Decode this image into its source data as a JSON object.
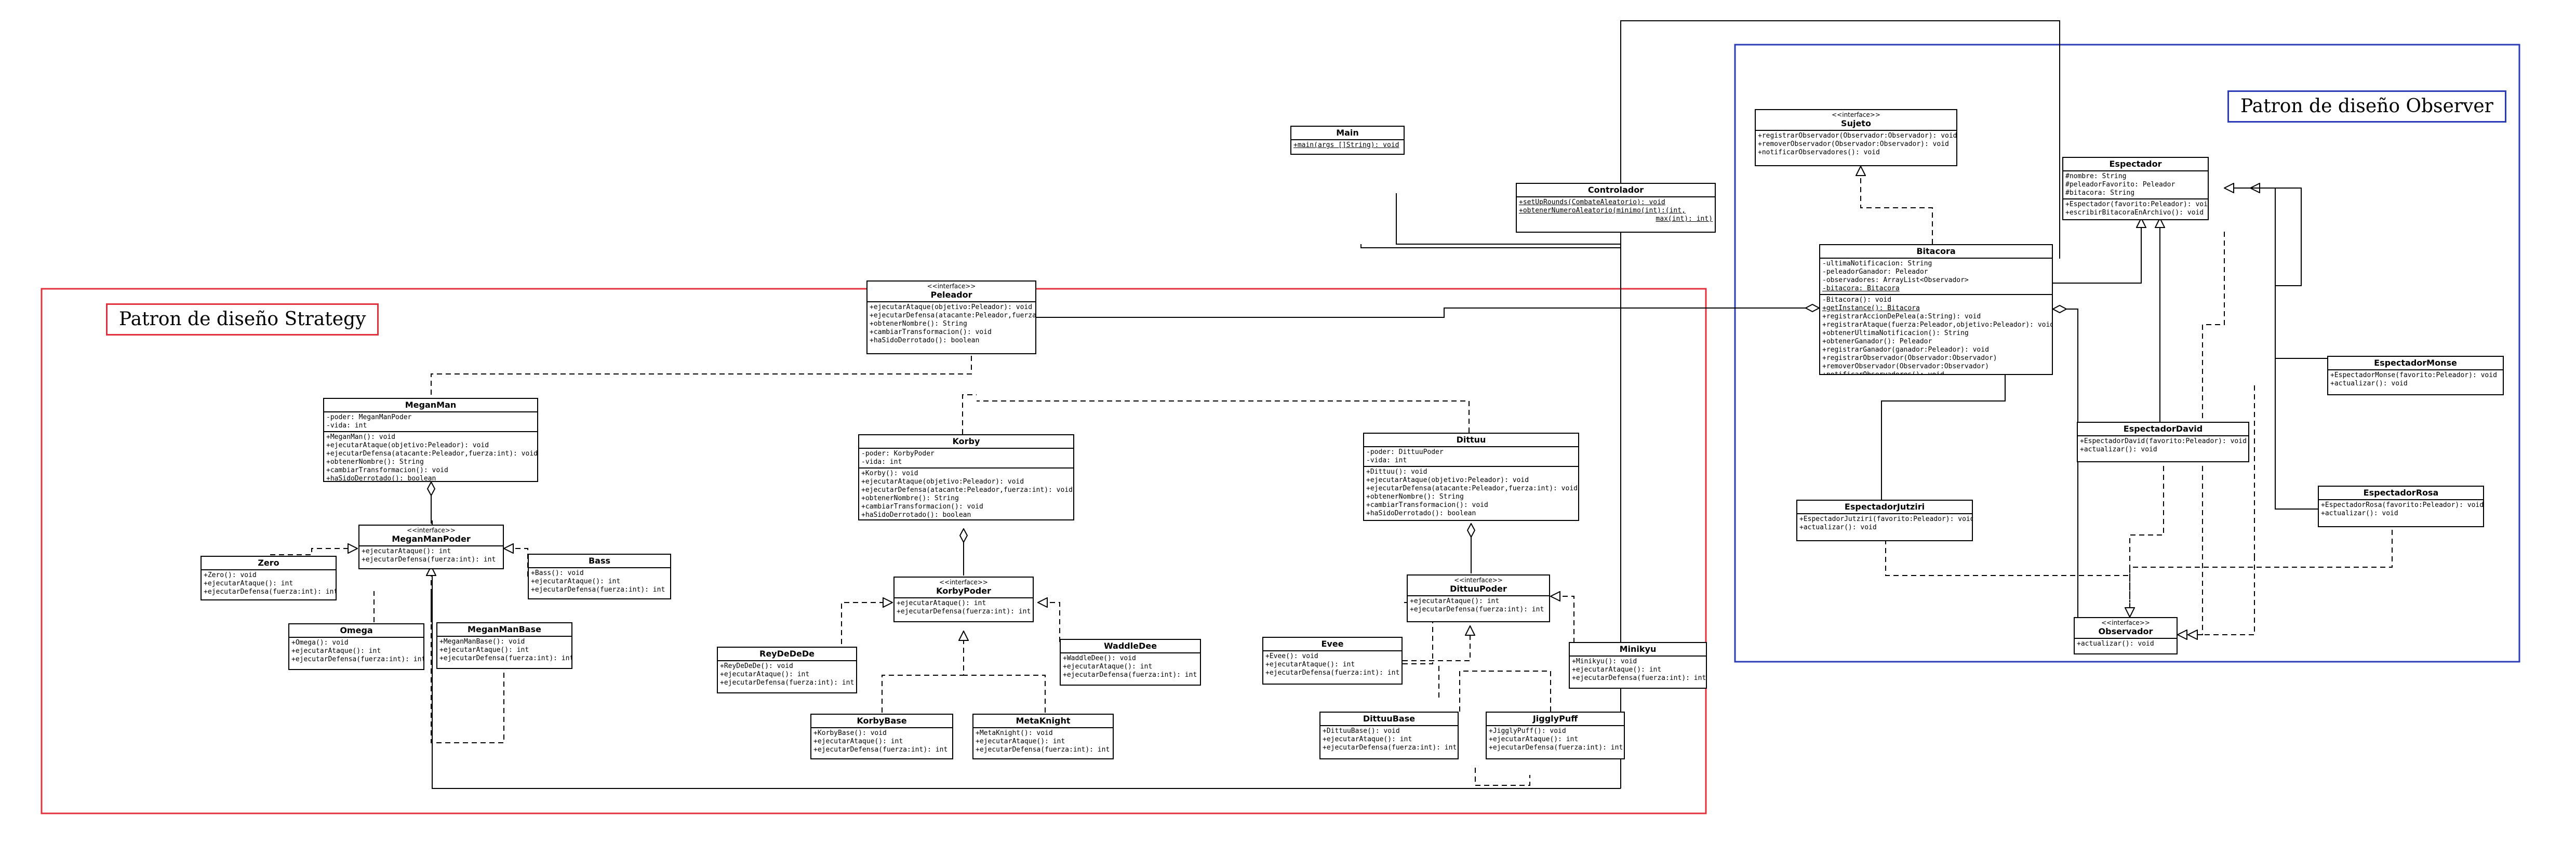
{
  "frames": {
    "strategy": {
      "label": "Patron de diseño Strategy",
      "color": "#e0313d"
    },
    "observer": {
      "label": "Patron de diseño Observer",
      "color": "#2a3bb5"
    }
  },
  "classes": {
    "main": {
      "name": "Main",
      "ops": [
        "+main(args []String): void"
      ]
    },
    "controlador": {
      "name": "Controlador",
      "ops": [
        "+setUpRounds(CombateAleatorio): void",
        "+obtenerNumeroAleatorio(minimo(int):(int,",
        "max(int): int)"
      ]
    },
    "sujeto": {
      "stereotype": "<<interface>>",
      "name": "Sujeto",
      "ops": [
        "+registrarObservador(Observador:Observador): void",
        "+removerObservador(Observador:Observador): void",
        "+notificarObservadores(): void"
      ]
    },
    "espectador": {
      "name": "Espectador",
      "attrs": [
        "#nombre: String",
        "#peleadorFavorito: Peleador",
        "#bitacora: String"
      ],
      "ops": [
        "+Espectador(favorito:Peleador): void",
        "+escribirBitacoraEnArchivo(): void"
      ]
    },
    "bitacora": {
      "name": "Bitacora",
      "attrs": [
        "-ultimaNotificacion: String",
        "-peleadorGanador: Peleador",
        "-observadores: ArrayList<Observador>",
        "-bitacora: Bitacora"
      ],
      "ops": [
        "-Bitacora(): void",
        "+getInstance(): Bitacora",
        "+registrarAccionDePelea(a:String): void",
        "+registrarAtaque(fuerza:Peleador,objetivo:Peleador): void",
        "+obtenerUltimaNotificacion(): String",
        "+obtenerGanador(): Peleador",
        "+registrarGanador(ganador:Peleador): void",
        "+registrarObservador(Observador:Observador)",
        "+removerObservador(Observador:Observador)",
        "+notificarObservadores(): void"
      ]
    },
    "peleador": {
      "stereotype": "<<interface>>",
      "name": "Peleador",
      "ops": [
        "+ejecutarAtaque(objetivo:Peleador): void",
        "+ejecutarDefensa(atacante:Peleador,fuerza:int): void",
        "+obtenerNombre(): String",
        "+cambiarTransformacion(): void",
        "+haSidoDerrotado(): boolean"
      ]
    },
    "meganman": {
      "name": "MeganMan",
      "attrs": [
        "-poder: MeganManPoder",
        "-vida: int"
      ],
      "ops": [
        "+MeganMan(): void",
        "+ejecutarAtaque(objetivo:Peleador): void",
        "+ejecutarDefensa(atacante:Peleador,fuerza:int): void",
        "+obtenerNombre(): String",
        "+cambiarTransformacion(): void",
        "+haSidoDerrotado(): boolean"
      ]
    },
    "korby": {
      "name": "Korby",
      "attrs": [
        "-poder: KorbyPoder",
        "-vida: int"
      ],
      "ops": [
        "+Korby(): void",
        "+ejecutarAtaque(objetivo:Peleador): void",
        "+ejecutarDefensa(atacante:Peleador,fuerza:int): void",
        "+obtenerNombre(): String",
        "+cambiarTransformacion(): void",
        "+haSidoDerrotado(): boolean"
      ]
    },
    "dittuu": {
      "name": "Dittuu",
      "attrs": [
        "-poder: DittuuPoder",
        "-vida: int"
      ],
      "ops": [
        "+Dittuu(): void",
        "+ejecutarAtaque(objetivo:Peleador): void",
        "+ejecutarDefensa(atacante:Peleador,fuerza:int): void",
        "+obtenerNombre(): String",
        "+cambiarTransformacion(): void",
        "+haSidoDerrotado(): boolean"
      ]
    },
    "espectadormonse": {
      "name": "EspectadorMonse",
      "ops": [
        "+EspectadorMonse(favorito:Peleador): void",
        "+actualizar(): void"
      ]
    },
    "espectadordavid": {
      "name": "EspectadorDavid",
      "ops": [
        "+EspectadorDavid(favorito:Peleador): void",
        "+actualizar(): void"
      ]
    },
    "espectadorrosa": {
      "name": "EspectadorRosa",
      "ops": [
        "+EspectadorRosa(favorito:Peleador): void",
        "+actualizar(): void"
      ]
    },
    "espectadorjutziri": {
      "name": "EspectadorJutziri",
      "ops": [
        "+EspectadorJutziri(favorito:Peleador): void",
        "+actualizar(): void"
      ]
    },
    "observador": {
      "stereotype": "<<interface>>",
      "name": "Observador",
      "ops": [
        "+actualizar(): void"
      ]
    },
    "meganmanpoder": {
      "stereotype": "<<interface>>",
      "name": "MeganManPoder",
      "ops": [
        "+ejecutarAtaque(): int",
        "+ejecutarDefensa(fuerza:int): int"
      ]
    },
    "zero": {
      "name": "Zero",
      "ops": [
        "+Zero(): void",
        "+ejecutarAtaque(): int",
        "+ejecutarDefensa(fuerza:int): int"
      ]
    },
    "bass": {
      "name": "Bass",
      "ops": [
        "+Bass(): void",
        "+ejecutarAtaque(): int",
        "+ejecutarDefensa(fuerza:int): int"
      ]
    },
    "omega": {
      "name": "Omega",
      "ops": [
        "+Omega(): void",
        "+ejecutarAtaque(): int",
        "+ejecutarDefensa(fuerza:int): int"
      ]
    },
    "meganmanbase": {
      "name": "MeganManBase",
      "ops": [
        "+MeganManBase(): void",
        "+ejecutarAtaque(): int",
        "+ejecutarDefensa(fuerza:int): int"
      ]
    },
    "korbypoder": {
      "stereotype": "<<interface>>",
      "name": "KorbyPoder",
      "ops": [
        "+ejecutarAtaque(): int",
        "+ejecutarDefensa(fuerza:int): int"
      ]
    },
    "reydedede": {
      "name": "ReyDeDeDe",
      "ops": [
        "+ReyDeDeDe(): void",
        "+ejecutarAtaque(): int",
        "+ejecutarDefensa(fuerza:int): int"
      ]
    },
    "waddledee": {
      "name": "WaddleDee",
      "ops": [
        "+WaddleDee(): void",
        "+ejecutarAtaque(): int",
        "+ejecutarDefensa(fuerza:int): int"
      ]
    },
    "korbybase": {
      "name": "KorbyBase",
      "ops": [
        "+KorbyBase(): void",
        "+ejecutarAtaque(): int",
        "+ejecutarDefensa(fuerza:int): int"
      ]
    },
    "metaknight": {
      "name": "MetaKnight",
      "ops": [
        "+MetaKnight(): void",
        "+ejecutarAtaque(): int",
        "+ejecutarDefensa(fuerza:int): int"
      ]
    },
    "dittuupoder": {
      "stereotype": "<<interface>>",
      "name": "DittuuPoder",
      "ops": [
        "+ejecutarAtaque(): int",
        "+ejecutarDefensa(fuerza:int): int"
      ]
    },
    "evee": {
      "name": "Evee",
      "ops": [
        "+Evee(): void",
        "+ejecutarAtaque(): int",
        "+ejecutarDefensa(fuerza:int): int"
      ]
    },
    "minikyu": {
      "name": "Minikyu",
      "ops": [
        "+Minikyu(): void",
        "+ejecutarAtaque(): int",
        "+ejecutarDefensa(fuerza:int): int"
      ]
    },
    "dittuubase": {
      "name": "DittuuBase",
      "ops": [
        "+DittuuBase(): void",
        "+ejecutarAtaque(): int",
        "+ejecutarDefensa(fuerza:int): int"
      ]
    },
    "jigglypuff": {
      "name": "JigglyPuff",
      "ops": [
        "+JigglyPuff(): void",
        "+ejecutarAtaque(): int",
        "+ejecutarDefensa(fuerza:int): int"
      ]
    }
  }
}
